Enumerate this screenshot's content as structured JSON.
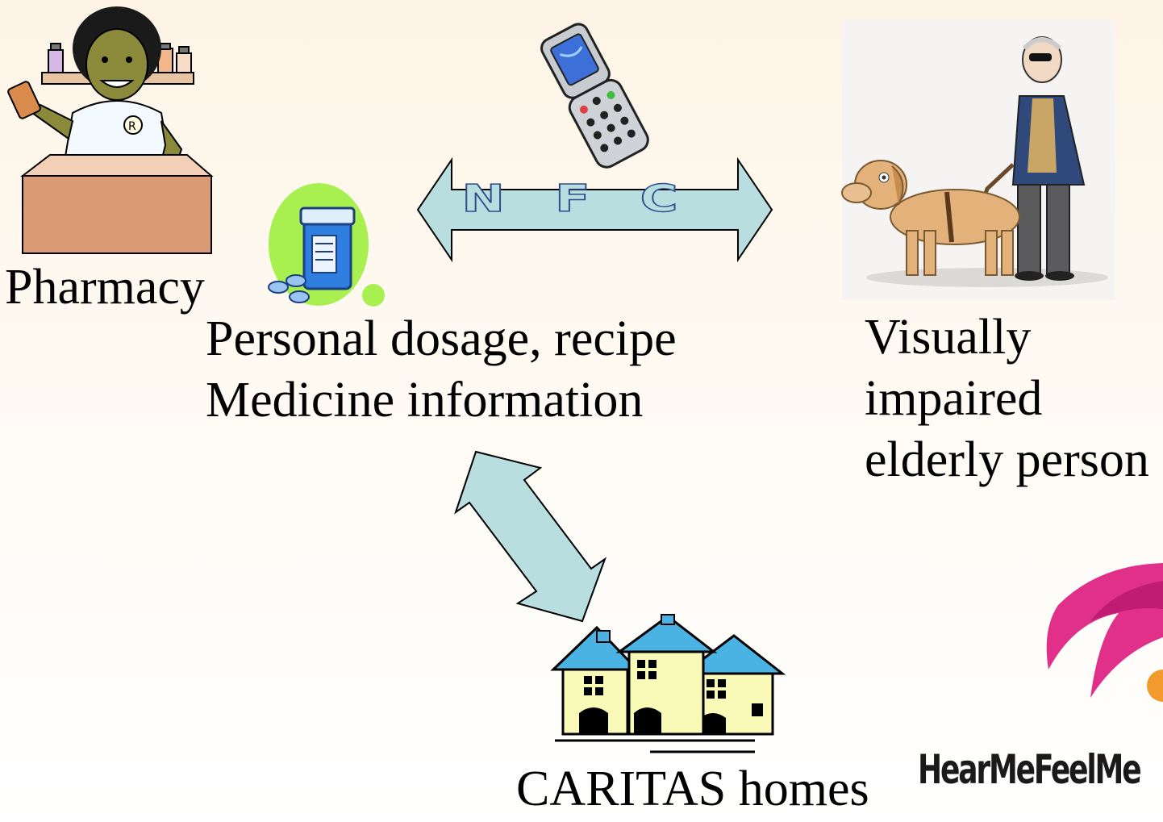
{
  "pharmacy": {
    "label": "Pharmacy"
  },
  "nfc": {
    "label": "NFC"
  },
  "info": {
    "lines": [
      "Personal dosage, recipe",
      "Medicine information"
    ]
  },
  "person": {
    "lines": [
      "Visually",
      "impaired",
      "elderly person"
    ]
  },
  "homes": {
    "label": "CARITAS homes"
  },
  "logo": {
    "text": "HearMeFeelMe"
  },
  "colors": {
    "arrow_fill": "#b8dee0",
    "house_roof": "#4ab3e4",
    "house_wall": "#fafab8",
    "logo_pink": "#e0308a",
    "logo_orange": "#f29a2e",
    "bottle_blue": "#2f7fe0",
    "bottle_bg_green": "#a8f050"
  }
}
